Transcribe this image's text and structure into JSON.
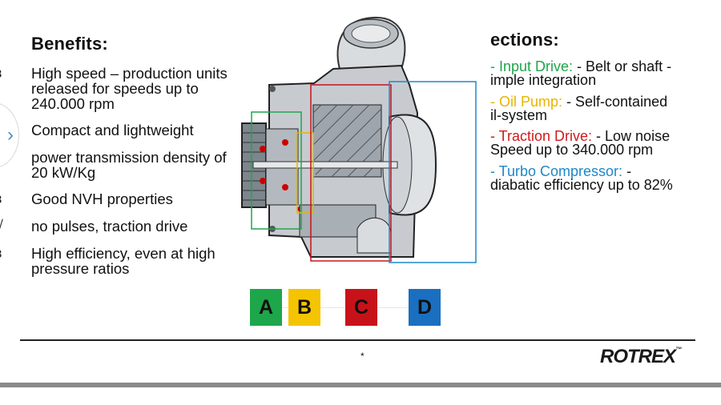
{
  "benefits": {
    "title": "Benefits:",
    "items": [
      {
        "marker": "ɜ",
        "text": "High speed – production units released for speeds up to 240.000 rpm"
      },
      {
        "marker": "",
        "text": "Compact and lightweight"
      },
      {
        "marker": "",
        "text": "power transmission density of 20 kW/Kg"
      },
      {
        "marker": "ɜ",
        "text": "Good NVH properties"
      },
      {
        "marker": "√",
        "text": "no pulses, traction drive"
      },
      {
        "marker": "ɜ",
        "text": "High efficiency, even at high pressure ratios"
      }
    ]
  },
  "sections": {
    "title": "ections:",
    "items": [
      {
        "label": "- Input Drive: ",
        "desc": " - Belt or shaft  -",
        "desc2": "imple integration"
      },
      {
        "label": "- Oil Pump: ",
        "desc": " - Self-contained",
        "desc2": "il-system"
      },
      {
        "label": "- Traction Drive: ",
        "desc": " - Low noise",
        "desc2": "Speed up to 340.000 rpm"
      },
      {
        "label": "- Turbo Compressor: ",
        "desc": " -",
        "desc2": "diabatic efficiency up to 82%"
      }
    ]
  },
  "boxes": [
    {
      "letter": "A",
      "color": "#1ea64a"
    },
    {
      "letter": "B",
      "color": "#f5c400"
    },
    {
      "letter": "C",
      "color": "#c8121a"
    },
    {
      "letter": "D",
      "color": "#1a6fc0"
    }
  ],
  "nav": {
    "arrow": "›"
  },
  "footer": {
    "mark": "*",
    "brand": "ROTREX",
    "brand_mark": "™"
  },
  "icons": {
    "nav": "chevron-right-icon",
    "diagram": "supercharger-cutaway-illustration"
  }
}
